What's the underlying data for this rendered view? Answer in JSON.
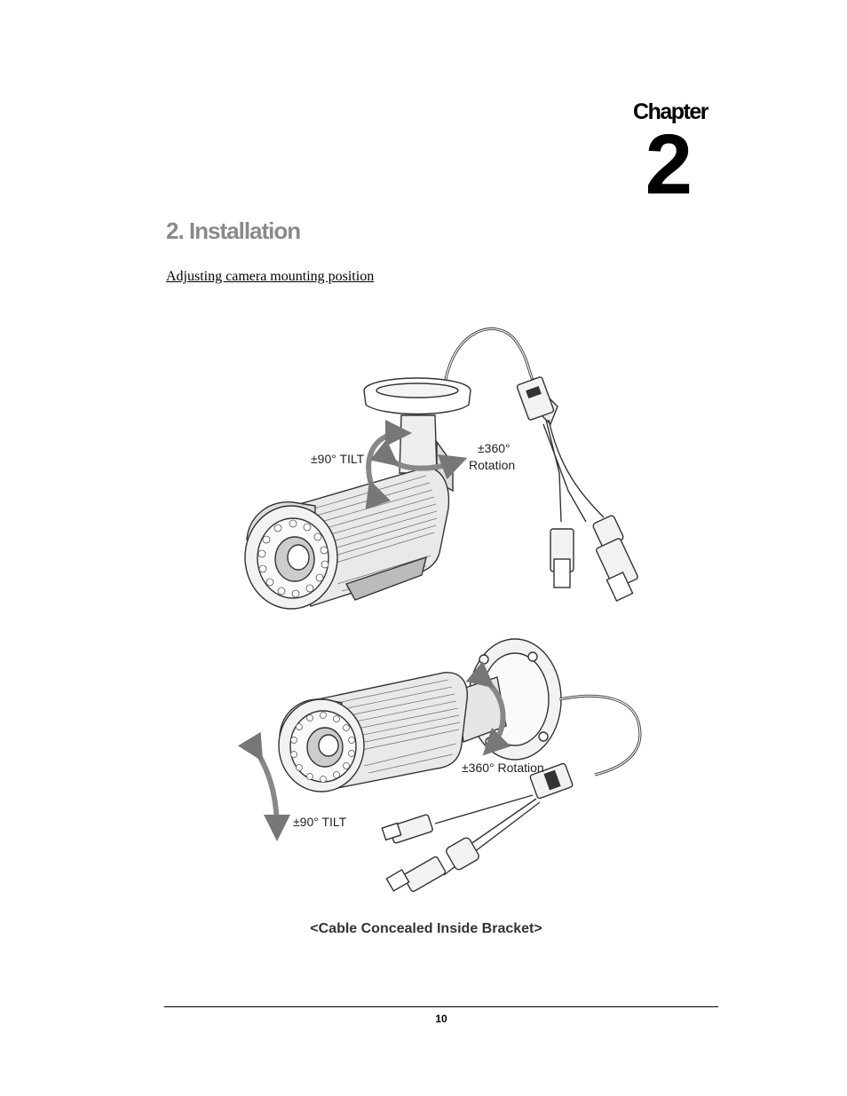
{
  "chapter": {
    "word": "Chapter",
    "number": "2"
  },
  "section": {
    "title": "2. Installation"
  },
  "subheading": "Adjusting camera mounting position",
  "figure": {
    "top_tilt_label": "±90° TILT",
    "top_rotation_label_1": "±360°",
    "top_rotation_label_2": "Rotation",
    "bottom_rotation_label": "±360° Rotation",
    "bottom_tilt_label": "±90° TILT",
    "caption": "<Cable Concealed Inside Bracket>"
  },
  "footer": {
    "page_number": "10"
  }
}
